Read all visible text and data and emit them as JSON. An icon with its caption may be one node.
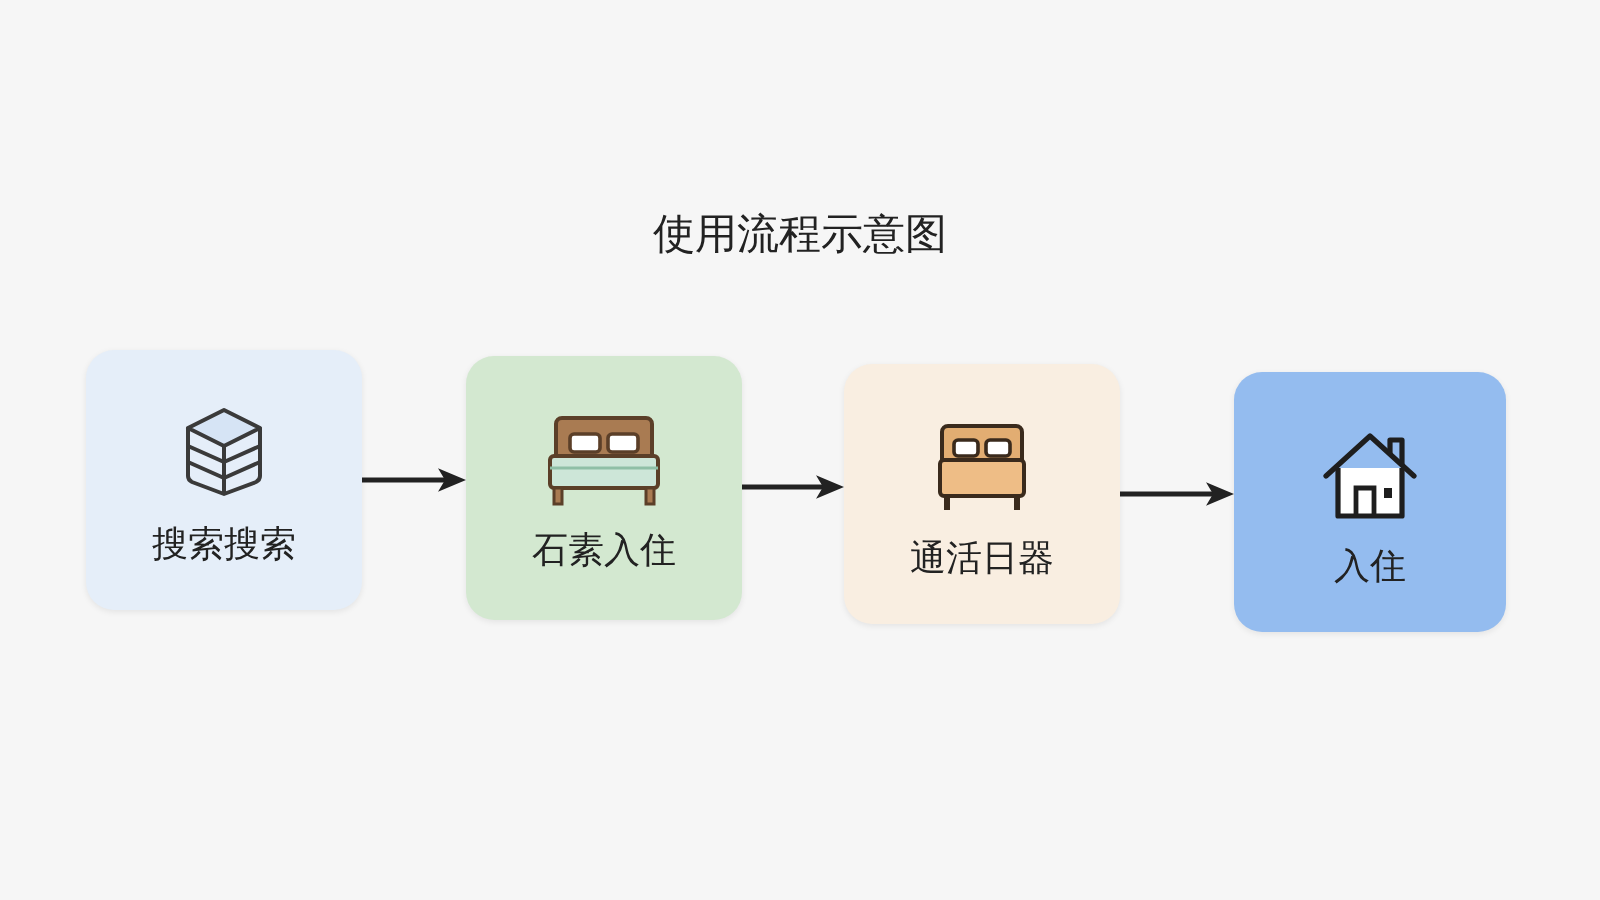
{
  "diagram": {
    "title": "使用流程示意图",
    "nodes": [
      {
        "text": [
          "搜索搜索"
        ]
      },
      {
        "text": [
          "石素入住"
        ]
      },
      {
        "text": [
          "通活日器"
        ]
      },
      {
        "text": [
          "入住"
        ]
      }
    ],
    "edges": [
      {
        "from": 0,
        "to": 1,
        "arrow": "to"
      },
      {
        "from": 1,
        "to": 2,
        "arrow": "to"
      },
      {
        "from": 2,
        "to": 3,
        "arrow": "to"
      }
    ]
  }
}
